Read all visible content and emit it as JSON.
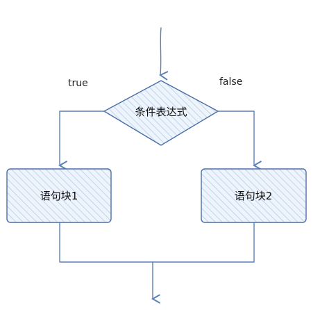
{
  "diagram": {
    "type": "flowchart-if-else",
    "condition_label": "条件表达式",
    "true_label": "true",
    "false_label": "false",
    "block1_label": "语句块1",
    "block2_label": "语句块2",
    "colors": {
      "stroke": "#4a6fa5",
      "hatch": "#b7cde8",
      "fill": "#eef4fb",
      "text": "#111111"
    }
  }
}
